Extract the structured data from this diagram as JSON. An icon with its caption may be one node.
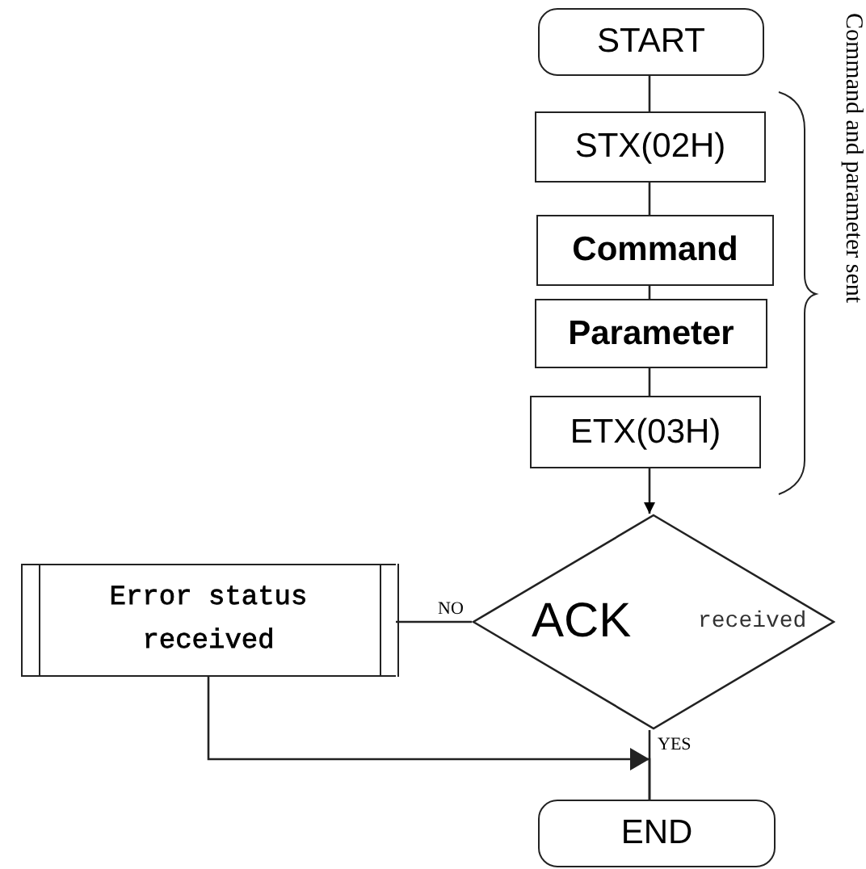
{
  "diagram": {
    "nodes": [
      {
        "text": [
          "START"
        ]
      },
      {
        "text": [
          "STX(02H)"
        ]
      },
      {
        "text": [
          "Command"
        ]
      },
      {
        "text": [
          "Parameter"
        ]
      },
      {
        "text": [
          "ETX(03H)"
        ]
      },
      {
        "text": [
          "ACK",
          "received"
        ]
      },
      {
        "text": [
          "Error status received"
        ]
      },
      {
        "text": [
          "END"
        ]
      }
    ],
    "edges": [
      {
        "from": 0,
        "to": 1,
        "arrow": "none"
      },
      {
        "from": 1,
        "to": 2,
        "arrow": "none"
      },
      {
        "from": 2,
        "to": 3,
        "arrow": "none"
      },
      {
        "from": 3,
        "to": 4,
        "arrow": "none"
      },
      {
        "from": 4,
        "to": 5,
        "arrow": "to"
      },
      {
        "from": 5,
        "to": 6,
        "arrow": "none",
        "label": "NO"
      },
      {
        "from": 5,
        "to": 7,
        "arrow": "none",
        "label": "YES"
      },
      {
        "from": 6,
        "to": 7,
        "arrow": "to"
      }
    ],
    "labels": [
      "Command and parameter sent"
    ]
  }
}
